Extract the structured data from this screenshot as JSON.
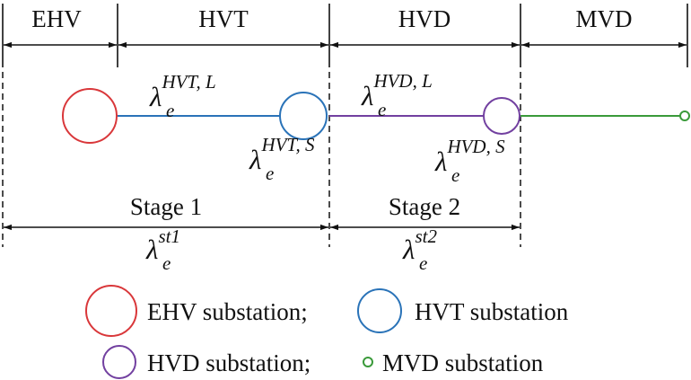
{
  "segments": {
    "ehv": "EHV",
    "hvt": "HVT",
    "hvd": "HVD",
    "mvd": "MVD"
  },
  "rates": {
    "hvt_line": {
      "base": "λ",
      "sub": "e",
      "sup": "HVT, L"
    },
    "hvt_sub": {
      "base": "λ",
      "sub": "e",
      "sup": "HVT, S"
    },
    "hvd_line": {
      "base": "λ",
      "sub": "e",
      "sup": "HVD, L"
    },
    "hvd_sub": {
      "base": "λ",
      "sub": "e",
      "sup": "HVD, S"
    },
    "stage1": {
      "base": "λ",
      "sub": "e",
      "sup": "st1"
    },
    "stage2": {
      "base": "λ",
      "sub": "e",
      "sup": "st2"
    }
  },
  "stages": {
    "stage1": "Stage 1",
    "stage2": "Stage 2"
  },
  "legend": {
    "ehv": "EHV substation;",
    "hvt": "HVT substation",
    "hvd": "HVD substation;",
    "mvd": "MVD substation"
  },
  "colors": {
    "ehv": "#d9373a",
    "hvt": "#2a73b8",
    "hvd": "#7240a0",
    "mvd": "#3a9a3a",
    "ink": "#111111"
  }
}
